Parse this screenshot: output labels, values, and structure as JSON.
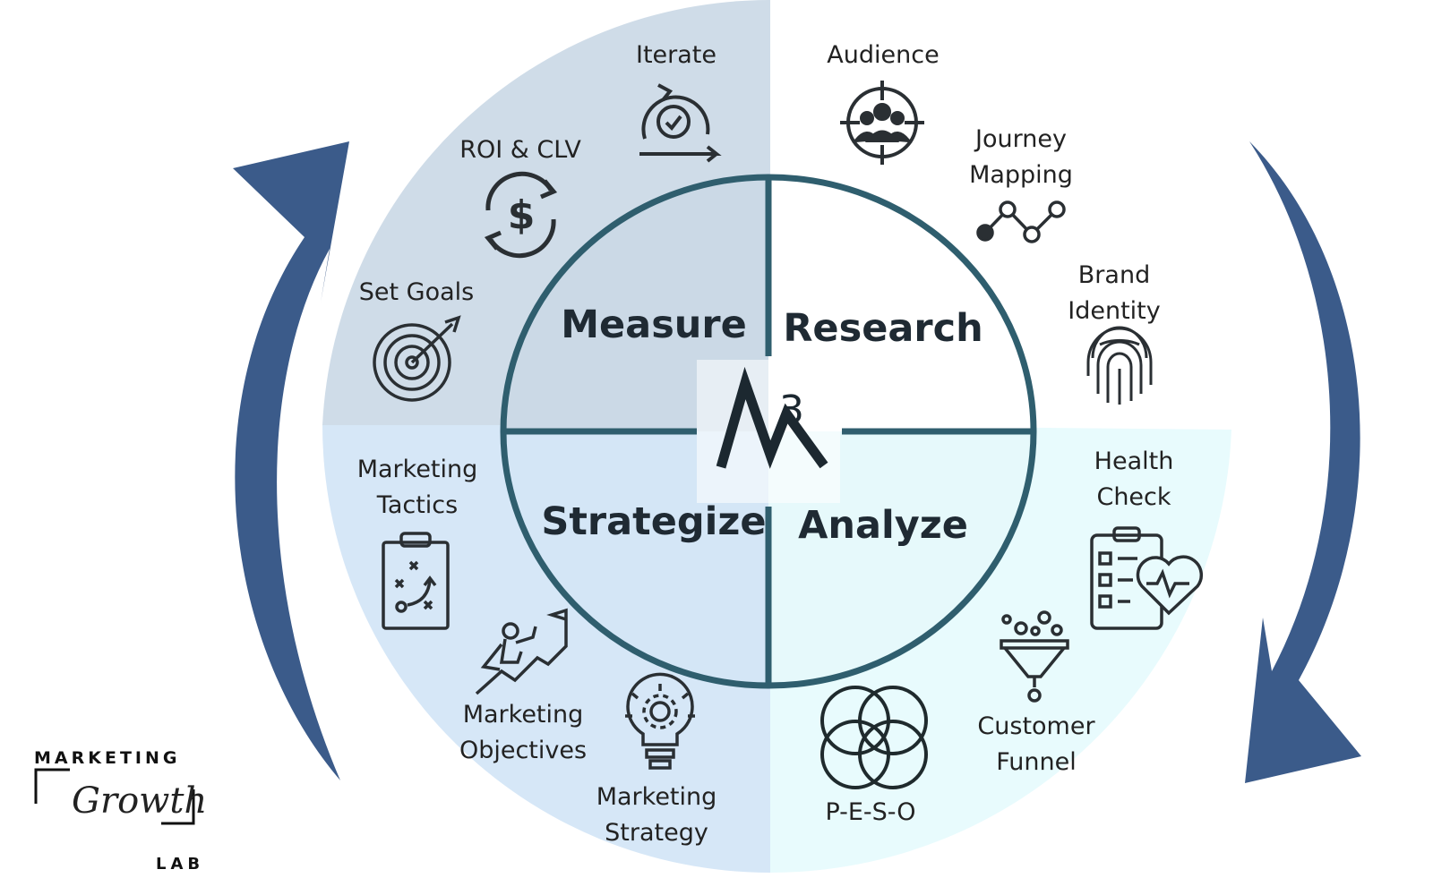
{
  "center": {
    "logo_letter": "M",
    "logo_superscript": "3"
  },
  "quadrants": [
    {
      "id": "measure",
      "label": "Measure",
      "color": "#cfdce8"
    },
    {
      "id": "research",
      "label": "Research",
      "color": "#ffffff"
    },
    {
      "id": "strategize",
      "label": "Strategize",
      "color": "#d6e7f7"
    },
    {
      "id": "analyze",
      "label": "Analyze",
      "color": "#e8fbfd"
    }
  ],
  "items": {
    "iterate": "Iterate",
    "roi_clv": "ROI & CLV",
    "set_goals": "Set Goals",
    "audience": "Audience",
    "journey_mapping": [
      "Journey",
      "Mapping"
    ],
    "brand_identity": [
      "Brand",
      "Identity"
    ],
    "health_check": [
      "Health",
      "Check"
    ],
    "customer_funnel": [
      "Customer",
      "Funnel"
    ],
    "peso": "P-E-S-O",
    "marketing_tactics": [
      "Marketing",
      "Tactics"
    ],
    "marketing_objectives": [
      "Marketing",
      "Objectives"
    ],
    "marketing_strategy": [
      "Marketing",
      "Strategy"
    ]
  },
  "brand": {
    "top": "MARKETING",
    "script": "Growth",
    "bottom": "LAB"
  },
  "colors": {
    "arrow": "#3b5b8a",
    "ring": "#2f5e6e",
    "icon": "#2a2f33"
  }
}
